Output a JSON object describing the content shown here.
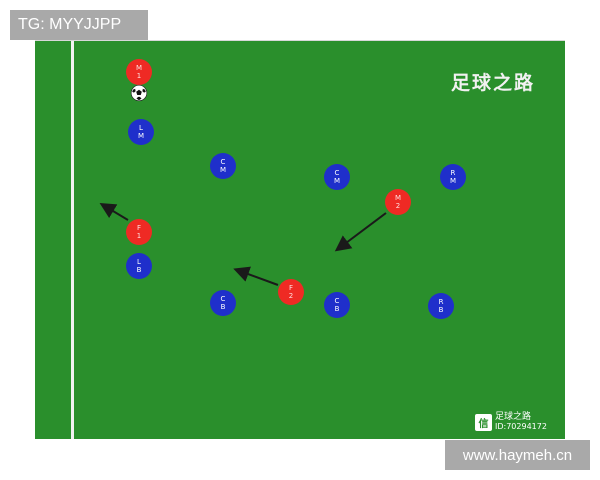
{
  "top_tag": "TG: MYYJJPP",
  "bottom_site": "www.haymeh.cn",
  "pitch": {
    "title": "足球之路",
    "logo_glyph": "信",
    "logo_name": "足球之路",
    "logo_id": "ID:70294172"
  },
  "colors": {
    "pitch": "#2a8f2c",
    "team_blue": "#1f2fcb",
    "team_red": "#ef2a24",
    "arrow": "#1a1a1a"
  },
  "players": {
    "m1": "M\n1",
    "lm": "L\nM",
    "cm_left": "C\nM",
    "cm_right": "C\nM",
    "rm": "R\nM",
    "m2": "M\n2",
    "f1": "F\n1",
    "lb": "L\nB",
    "cb_left": "C\nB",
    "f2": "F\n2",
    "cb_right": "C\nB",
    "rb": "R\nB"
  },
  "icons": {
    "ball": "soccer-ball-icon",
    "arrow": "movement-arrow-icon",
    "logo": "wechat-logo-icon"
  }
}
